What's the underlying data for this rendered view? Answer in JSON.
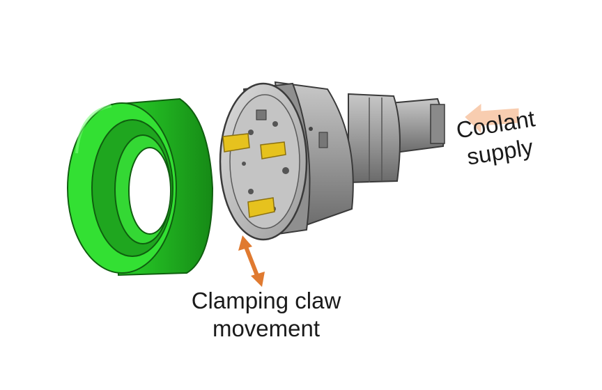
{
  "labels": {
    "coolant_line1": "Coolant",
    "coolant_line2": "supply",
    "clamping_line1": "Clamping claw",
    "clamping_line2": "movement"
  },
  "colors": {
    "ring_green": "#2edc2e",
    "ring_green_dark": "#1f8f1f",
    "tool_gray": "#a6a6a6",
    "tool_gray_dark": "#6e6e6e",
    "claw_yellow": "#e6c21e",
    "coolant_arrow": "#f8cdb0",
    "movement_arrow": "#e07a30"
  },
  "icons": {
    "coolant": "coolant-arrow-icon",
    "movement": "double-arrow-icon"
  }
}
